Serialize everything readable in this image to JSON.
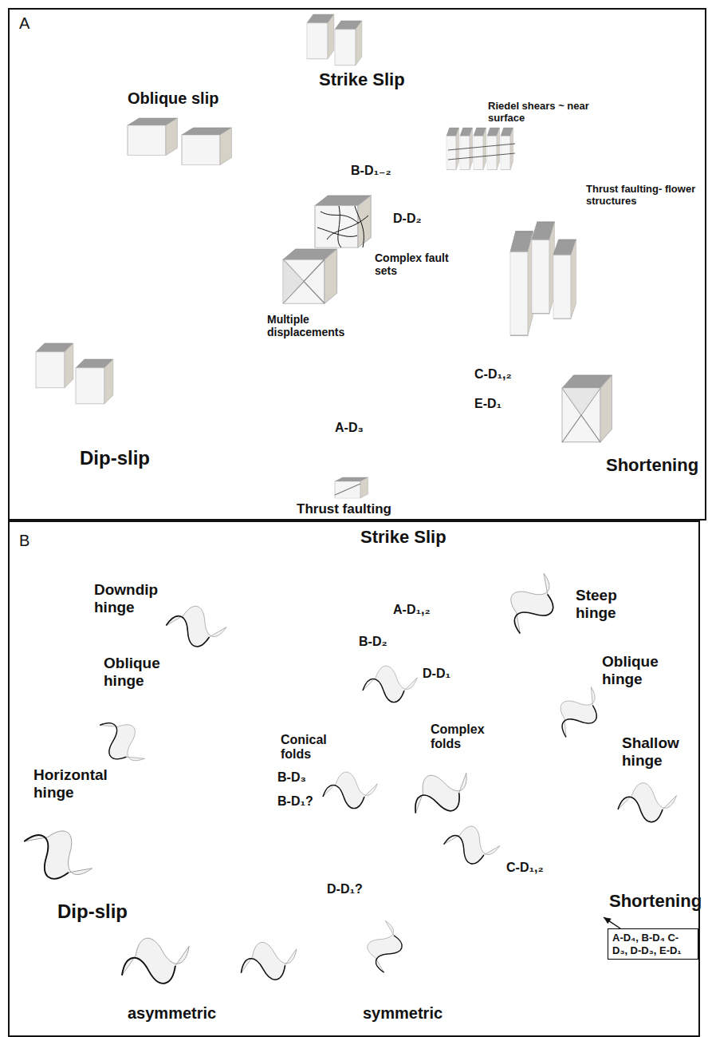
{
  "diagram": {
    "nodes": [
      {
        "text": [
          "A"
        ]
      },
      {
        "text": [
          "B-D₁₋₂",
          "D-D₂",
          "Complex fault sets",
          "Multiple displacements",
          "C-D₁,₂",
          "E-D₁",
          "A-D₃"
        ],
        "in": 0
      },
      {
        "text": [
          "B"
        ]
      },
      {
        "text": [
          "A-D₁,₂",
          "B-D₂",
          "D-D₁",
          "Conical folds",
          "B-D₃",
          "B-D₁?",
          "Complex folds",
          "C-D₁,₂",
          "D-D₁?"
        ],
        "in": 2
      },
      {
        "text": [
          "A-D₄, B-D₄ C-D₃, D-D₃, E-D₁"
        ],
        "in": 2
      }
    ],
    "edges": [
      {
        "from": 4,
        "to": 3,
        "arrow": "to"
      }
    ],
    "labels": [
      "Strike Slip",
      "Riedel shears ~ near surface",
      "Oblique slip",
      "Thrust faulting- flower structures",
      "Dip-slip",
      "Shortening",
      "Thrust faulting",
      "Strike Slip",
      "Downdip hinge",
      "Steep hinge",
      "Oblique hinge",
      "Oblique hinge",
      "Horizontal hinge",
      "Shallow hinge",
      "Dip-slip",
      "Shortening",
      "asymmetric",
      "symmetric"
    ]
  }
}
